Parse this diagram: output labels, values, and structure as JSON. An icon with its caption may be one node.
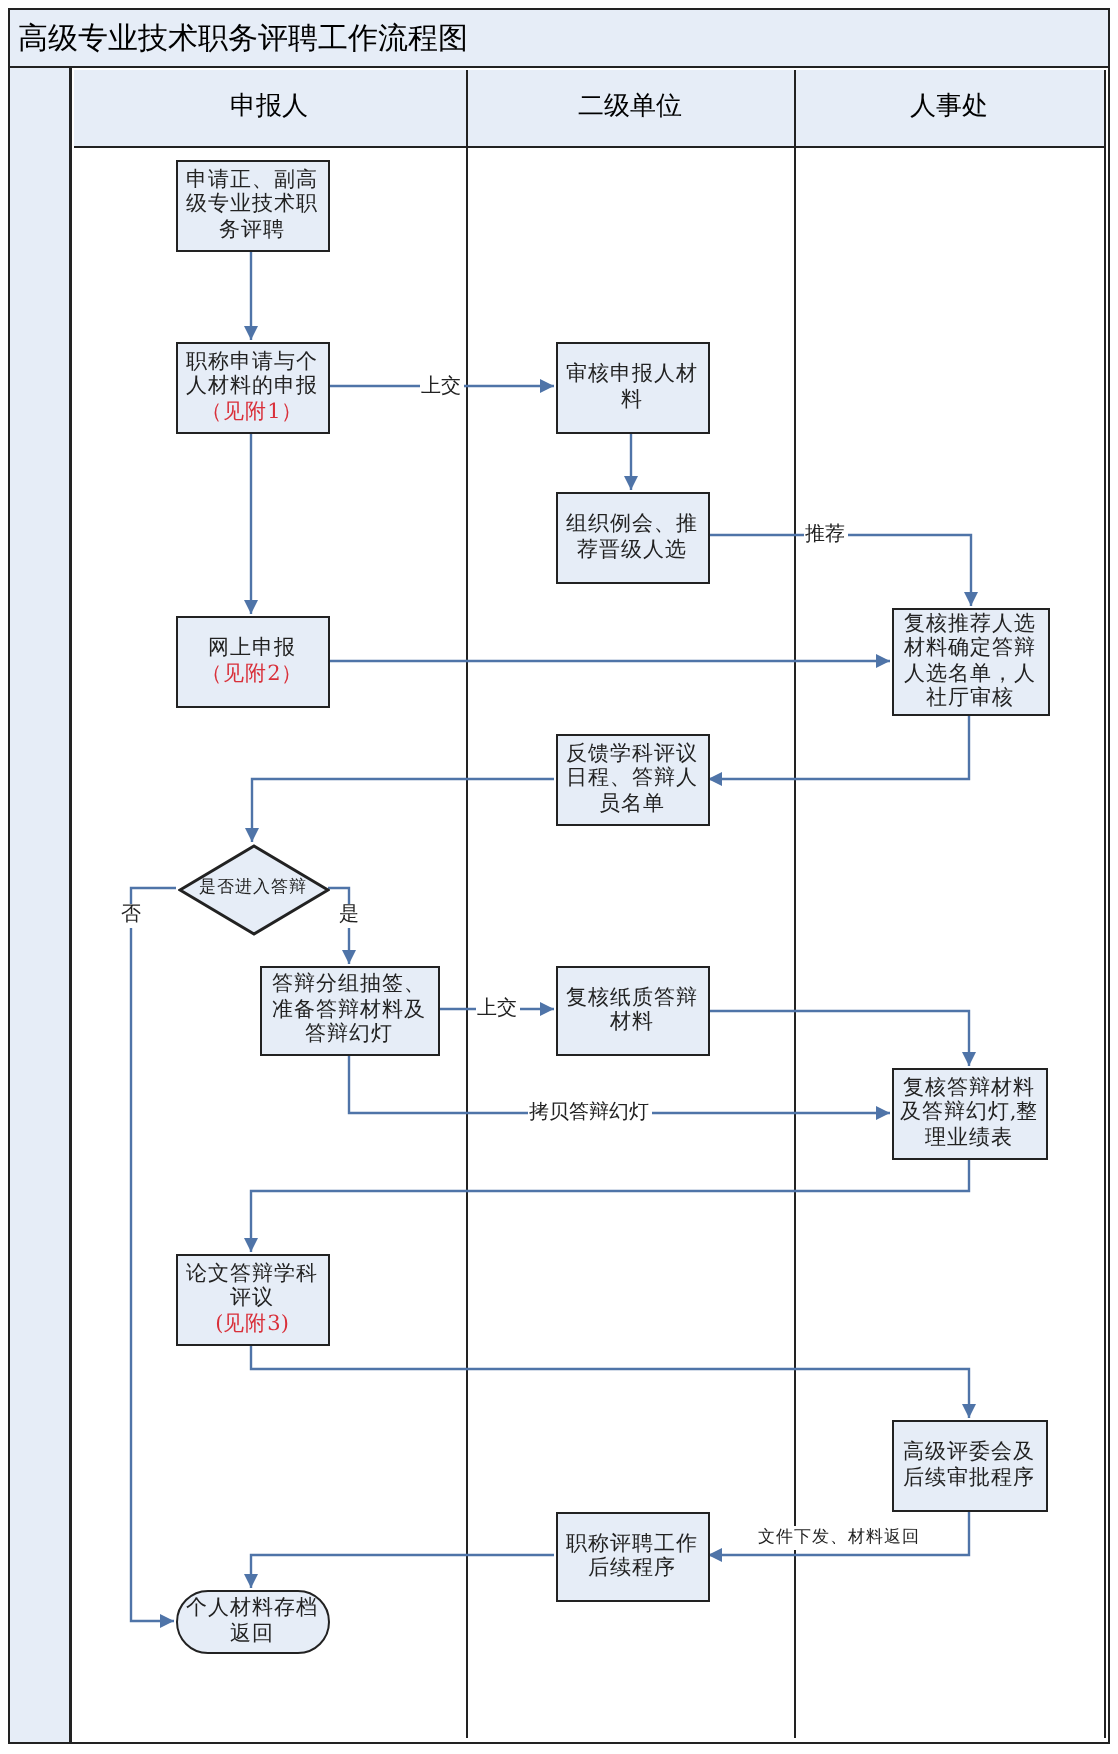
{
  "diagram": {
    "title": "高级专业技术职务评聘工作流程图",
    "nodes": [
      {
        "text": [
          "申报人"
        ]
      },
      {
        "text": [
          "二级单位"
        ]
      },
      {
        "text": [
          "人事处"
        ]
      },
      {
        "text": [
          "申请正、副高级专业技术职务评聘"
        ],
        "in": 0
      },
      {
        "text": [
          "职称申请与个人材料的申报",
          "（见附1）"
        ],
        "in": 0
      },
      {
        "text": [
          "审核申报人材料"
        ],
        "in": 1
      },
      {
        "text": [
          "组织例会、推荐晋级人选"
        ],
        "in": 1
      },
      {
        "text": [
          "网上申报",
          "（见附2）"
        ],
        "in": 0
      },
      {
        "text": [
          "复核推荐人选材料确定答辩人选名单，人社厅审核"
        ],
        "in": 2
      },
      {
        "text": [
          "反馈学科评议日程、答辩人员名单"
        ],
        "in": 1
      },
      {
        "text": [
          "是否进入答辩"
        ],
        "in": 0
      },
      {
        "text": [
          "答辩分组抽签、准备答辩材料及答辩幻灯"
        ],
        "in": 0
      },
      {
        "text": [
          "复核纸质答辩材料"
        ],
        "in": 1
      },
      {
        "text": [
          "复核答辩材料及答辩幻灯,整理业绩表"
        ],
        "in": 2
      },
      {
        "text": [
          "论文答辩学科评议",
          "(见附3)"
        ],
        "in": 0
      },
      {
        "text": [
          "高级评委会及后续审批程序"
        ],
        "in": 2
      },
      {
        "text": [
          "职称评聘工作后续程序"
        ],
        "in": 1
      },
      {
        "text": [
          "个人材料存档返回"
        ],
        "in": 0
      }
    ],
    "edges": [
      {
        "from": 3,
        "to": 4,
        "arrow": "to"
      },
      {
        "from": 4,
        "to": 5,
        "arrow": "to",
        "label": "上交"
      },
      {
        "from": 5,
        "to": 6,
        "arrow": "to"
      },
      {
        "from": 6,
        "to": 8,
        "arrow": "to",
        "label": "推荐"
      },
      {
        "from": 4,
        "to": 7,
        "arrow": "to"
      },
      {
        "from": 7,
        "to": 8,
        "arrow": "to"
      },
      {
        "from": 8,
        "to": 9,
        "arrow": "to"
      },
      {
        "from": 9,
        "to": 10,
        "arrow": "to"
      },
      {
        "from": 10,
        "to": 17,
        "arrow": "to",
        "label": "否"
      },
      {
        "from": 10,
        "to": 11,
        "arrow": "to",
        "label": "是"
      },
      {
        "from": 11,
        "to": 12,
        "arrow": "to",
        "label": "上交"
      },
      {
        "from": 12,
        "to": 13,
        "arrow": "to"
      },
      {
        "from": 11,
        "to": 13,
        "arrow": "to",
        "label": "拷贝答辩幻灯"
      },
      {
        "from": 13,
        "to": 14,
        "arrow": "to"
      },
      {
        "from": 14,
        "to": 15,
        "arrow": "to"
      },
      {
        "from": 15,
        "to": 16,
        "arrow": "to",
        "label": "文件下发、材料返回"
      },
      {
        "from": 16,
        "to": 17,
        "arrow": "to"
      }
    ]
  }
}
